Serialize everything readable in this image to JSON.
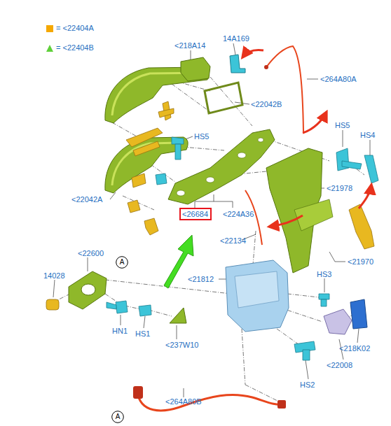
{
  "diagram": {
    "nodes": [
      {
        "text": [
          "<26684"
        ]
      },
      {
        "text": [
          "A"
        ]
      },
      {
        "text": [
          "A"
        ]
      }
    ],
    "labels": [
      "<218A14",
      "14A169",
      "<264A80A",
      "<22042B",
      "HS5",
      "HS5",
      "HS4",
      "<21978",
      "<22042A",
      "<224A36",
      "<22134",
      "<21970",
      "<22600",
      "<21812",
      "14028",
      "HS3",
      "HN1",
      "HS1",
      "<237W10",
      "<218K02",
      "<22008",
      "HS2",
      "<264A80B"
    ],
    "legend": [
      {
        "text": "= <22404A",
        "color": "#f5a800"
      },
      {
        "text": "= <22404B"
      }
    ]
  }
}
